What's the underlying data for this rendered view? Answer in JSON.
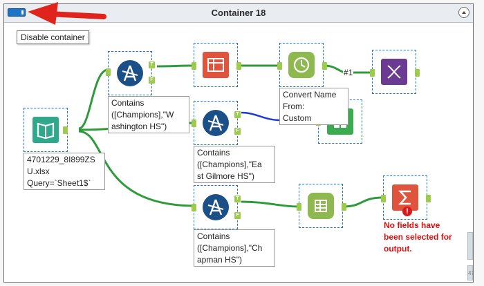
{
  "container": {
    "title": "Container 18",
    "toggle_icon": "container-enable-toggle-icon",
    "collapse_icon": "chevron-up-icon"
  },
  "tooltip": {
    "text": "Disable container"
  },
  "annotation": {
    "arrow_color": "#e0231c",
    "arrow_icon": "red-arrow-icon"
  },
  "tools": {
    "input": {
      "label": "4701229_8I899ZS\nU.xlsx\nQuery=`Sheet1$`",
      "icon": "book-icon",
      "color": "#2fa98c"
    },
    "filter1": {
      "label": "Contains\n([Champions],\"W\nashington HS\")",
      "icon": "filter-icon",
      "color": "#1a4f87"
    },
    "filter2": {
      "label": "Contains\n([Champions],\"Ea\nst Gilmore HS\")",
      "icon": "filter-icon",
      "color": "#1a4f87"
    },
    "filter3": {
      "label": "Contains\n([Champions],\"Ch\napman HS\")",
      "icon": "filter-icon",
      "color": "#1a4f87"
    },
    "crosstab": {
      "icon": "crosstab-icon",
      "color": "#e0533c"
    },
    "datetime": {
      "label": "Convert Name\nFrom:\nCustom",
      "icon": "clock-icon",
      "color": "#8eb94e"
    },
    "dna": {
      "icon": "dna-icon",
      "color": "#6b3b93"
    },
    "table_green": {
      "icon": "table-icon",
      "color": "#3aab4f"
    },
    "textinput": {
      "icon": "record-list-icon",
      "color": "#8eb94e"
    },
    "summarize": {
      "icon": "sigma-icon",
      "color": "#e0533c",
      "error": "No fields have\nbeen selected for\noutput."
    }
  },
  "connection_badge": "#1",
  "edge_fragment_text": "47"
}
